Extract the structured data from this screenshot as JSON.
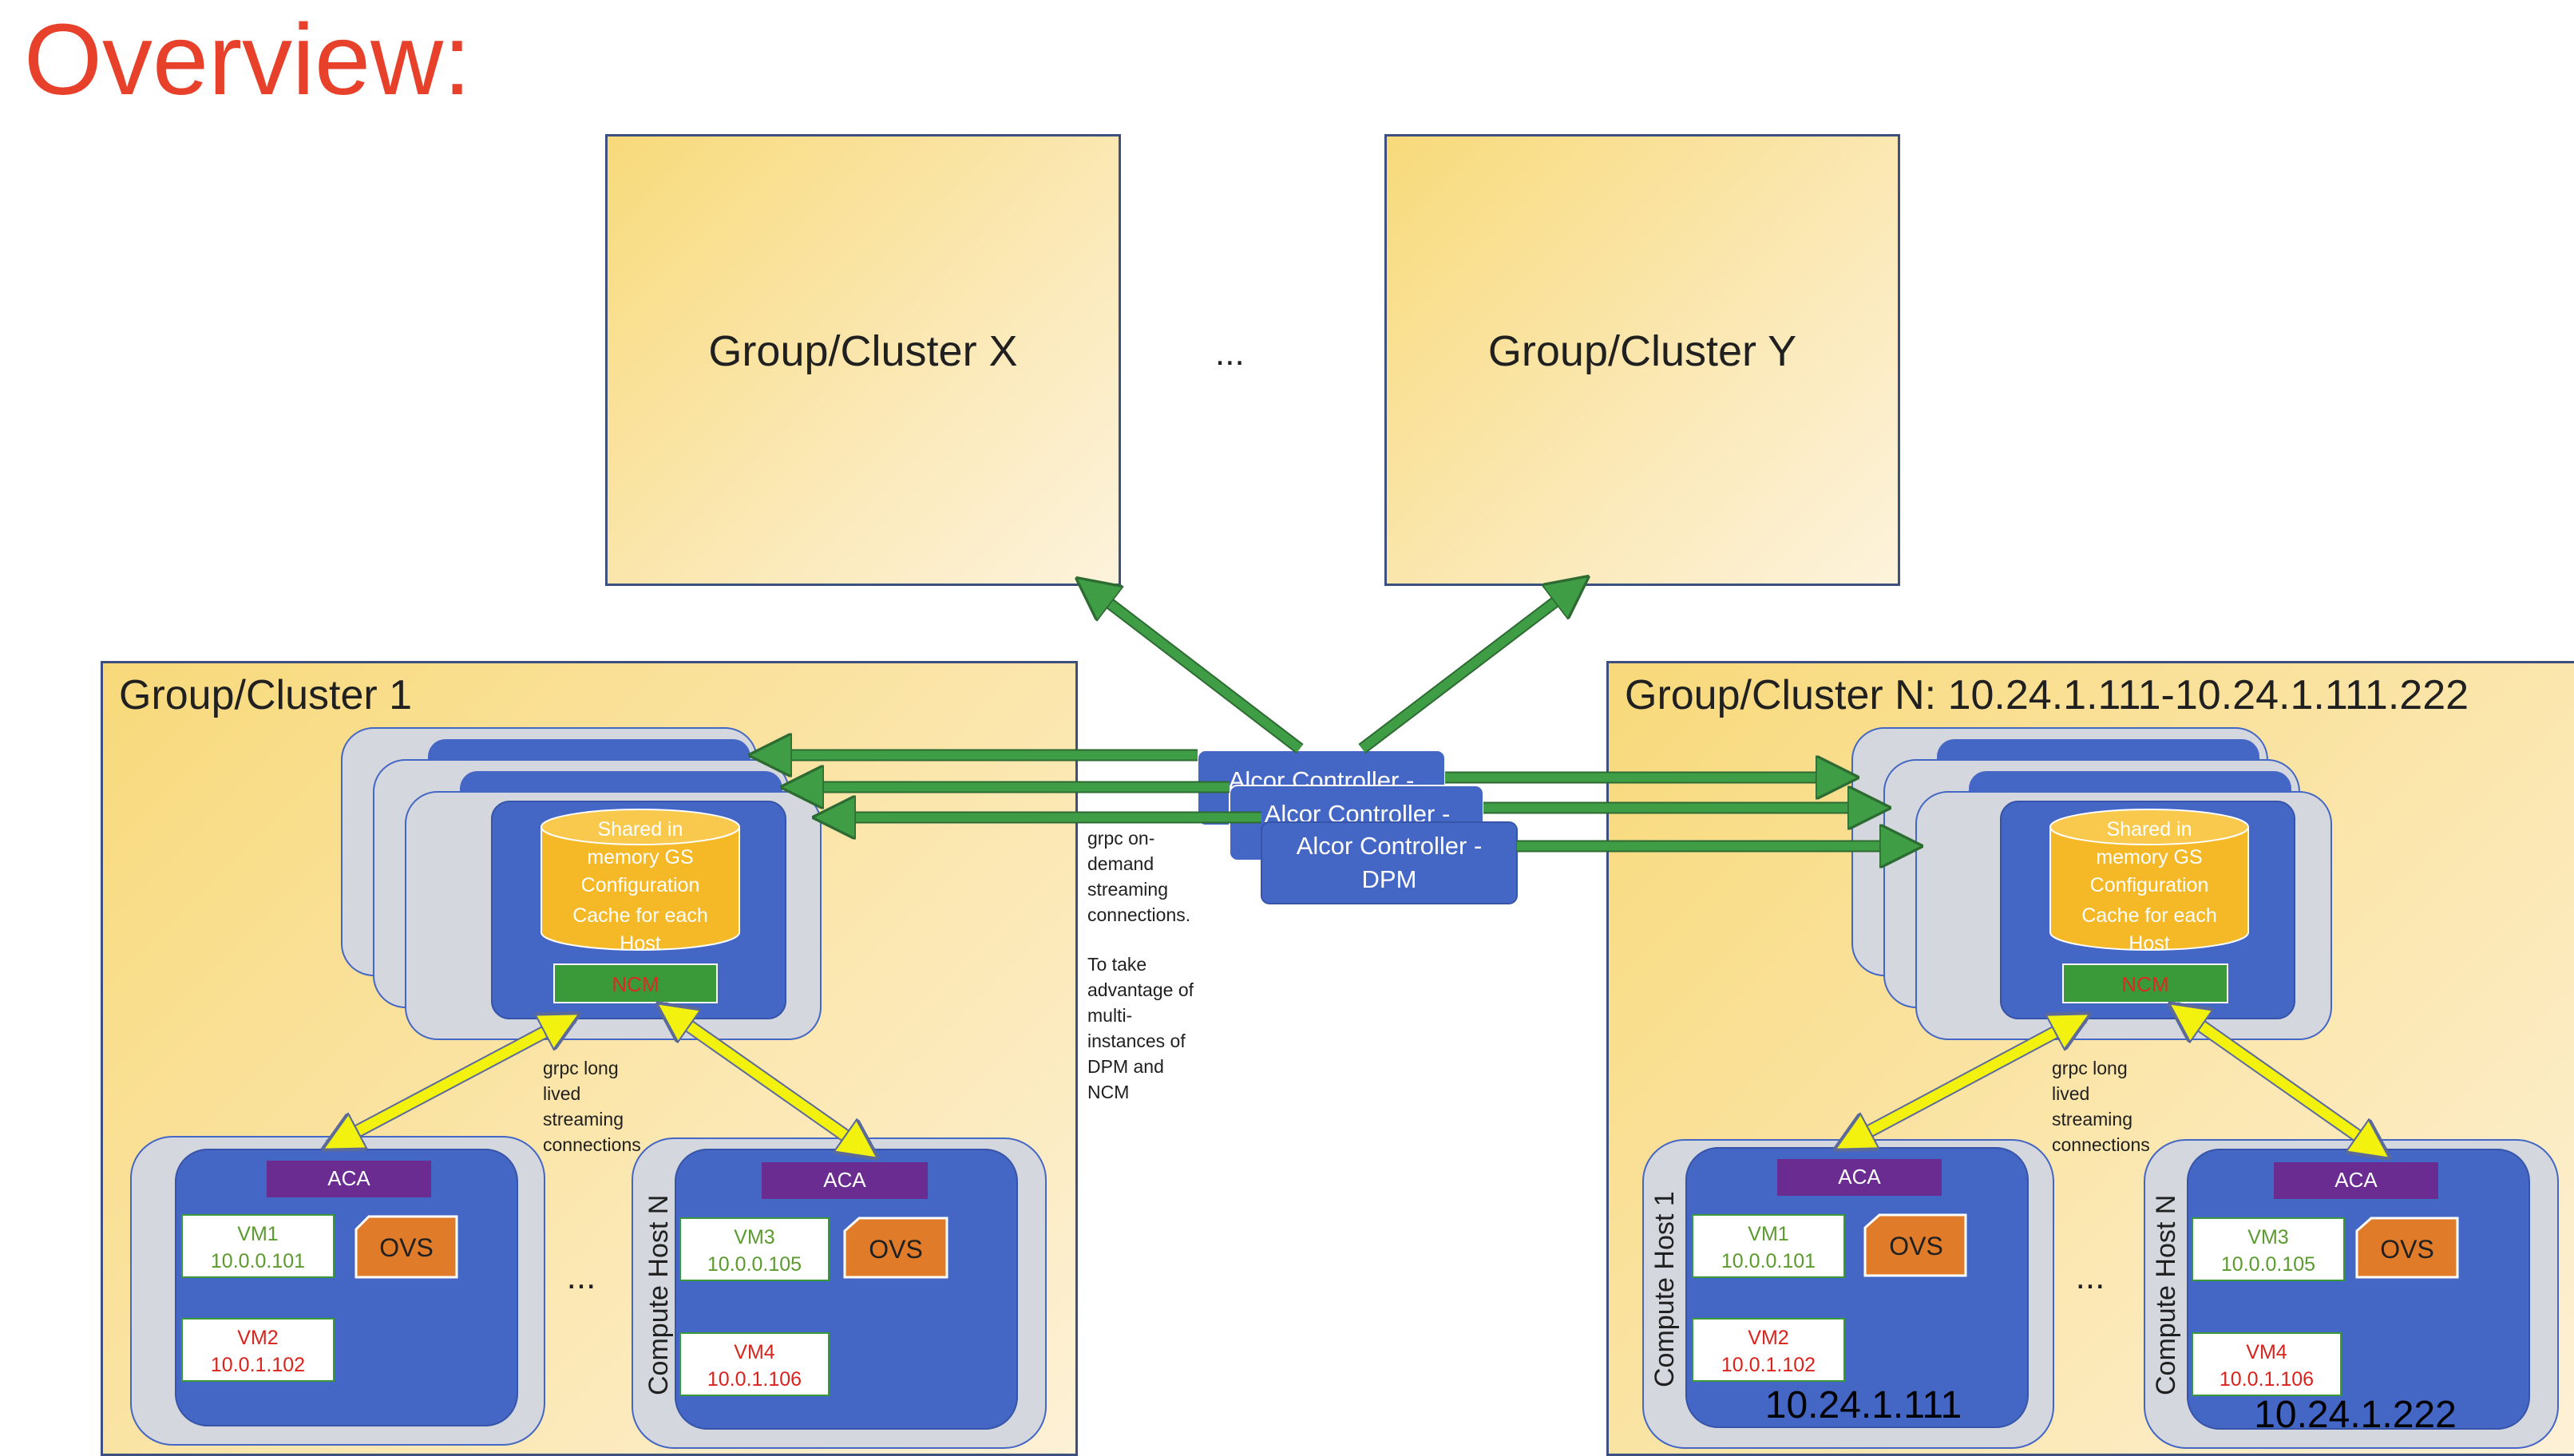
{
  "slide": {
    "title": "Overview:",
    "clusters_top": [
      {
        "label": "Group/Cluster X"
      },
      {
        "label": "Group/Cluster Y"
      }
    ],
    "top_ellipsis": "...",
    "cluster_left": {
      "label": "Group/Cluster 1",
      "cache_text": [
        "Shared in",
        "memory GS",
        "Configuration",
        "Cache for each",
        "Host"
      ],
      "ncm": "NCM",
      "note": [
        "grpc long",
        "lived",
        "streaming",
        "connections"
      ],
      "host1": {
        "aca": "ACA",
        "vm1_name": "VM1",
        "vm1_ip": "10.0.0.101",
        "vm2_name": "VM2",
        "vm2_ip": "10.0.1.102",
        "ovs": "OVS"
      },
      "hostN": {
        "label": "Compute Host N",
        "aca": "ACA",
        "vm3_name": "VM3",
        "vm3_ip": "10.0.0.105",
        "vm4_name": "VM4",
        "vm4_ip": "10.0.1.106",
        "ovs": "OVS"
      },
      "ellipsis": "..."
    },
    "cluster_right": {
      "label": "Group/Cluster N: 10.24.1.111-10.24.1.111.222",
      "cache_text": [
        "Shared in",
        "memory GS",
        "Configuration",
        "Cache for each",
        "Host"
      ],
      "ncm": "NCM",
      "note": [
        "grpc long",
        "lived",
        "streaming",
        "connections"
      ],
      "host1": {
        "label": "Compute Host 1",
        "aca": "ACA",
        "vm1_name": "VM1",
        "vm1_ip": "10.0.0.101",
        "vm2_name": "VM2",
        "vm2_ip": "10.0.1.102",
        "ovs": "OVS",
        "ip": "10.24.1.111"
      },
      "hostN": {
        "label": "Compute Host N",
        "aca": "ACA",
        "vm3_name": "VM3",
        "vm3_ip": "10.0.0.105",
        "vm4_name": "VM4",
        "vm4_ip": "10.0.1.106",
        "ovs": "OVS",
        "ip": "10.24.1.222"
      },
      "ellipsis": "..."
    },
    "controllers": {
      "back1": "Alcor Controller -",
      "back2": "Alcor Controller -",
      "front_line1": "Alcor Controller -",
      "front_line2": "DPM"
    },
    "center_note": [
      "grpc on-",
      "demand",
      "streaming",
      "connections.",
      "",
      "To take",
      "advantage of",
      "multi-",
      "instances of",
      "DPM and",
      "NCM"
    ],
    "colors": {
      "title": "#e8412b",
      "cluster_fill": "#f9dc86",
      "host_blue": "#4466c4",
      "host_grey": "#d5d7de",
      "cache_yellow": "#f5b827",
      "ncm_green": "#3a9a3a",
      "ncm_text": "#d92b1f",
      "aca_purple": "#6a2c91",
      "ovs_orange": "#e07b2a",
      "vm_green_text": "#5b9a2e",
      "vm_red_text": "#d9231c",
      "arrow_green": "#3f9e45",
      "arrow_yellow": "#f2f20e"
    },
    "icons": [
      "cylinder-cache-shape",
      "arrow-double-yellow",
      "arrow-green",
      "ovs-snip-shape"
    ]
  }
}
